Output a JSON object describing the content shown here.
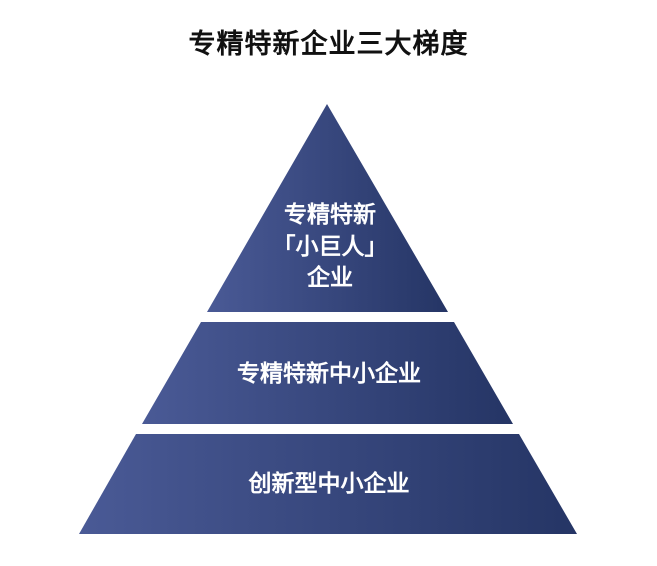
{
  "diagram": {
    "title": "专精特新企业三大梯度",
    "tiers": [
      {
        "lines": [
          "专精特新",
          "「小巨人」",
          "企业"
        ]
      },
      {
        "lines": [
          "专精特新中小企业"
        ]
      },
      {
        "lines": [
          "创新型中小企业"
        ]
      }
    ],
    "colors": {
      "gradient_start": "#4a5a96",
      "gradient_end": "#253565",
      "title_text": "#111111",
      "label_text": "#ffffff"
    }
  }
}
